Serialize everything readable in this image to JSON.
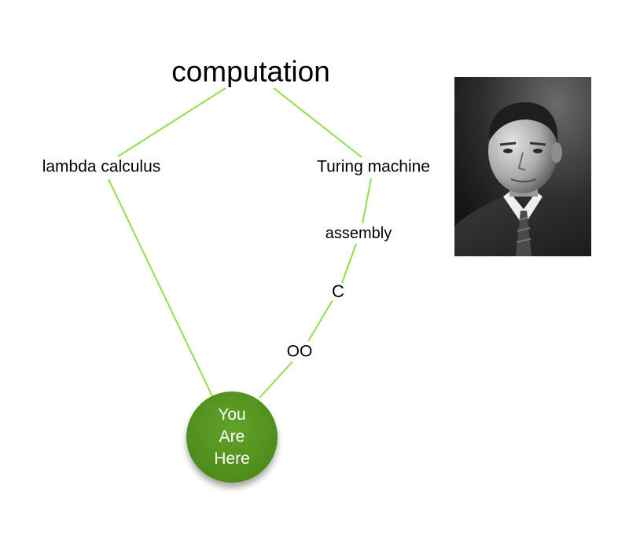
{
  "diagram": {
    "root": "computation",
    "left_branch": "lambda calculus",
    "right_branch": "Turing machine",
    "chain": [
      "assembly",
      "C",
      "OO"
    ],
    "endpoint": "You\nAre\nHere",
    "colors": {
      "edge": "#8fe04a",
      "endpoint_fill": "#4f8d1b",
      "endpoint_text": "#ffffff",
      "text": "#000000"
    }
  },
  "portrait": {
    "type": "black-and-white photograph",
    "subject": "man in suit and tie"
  }
}
